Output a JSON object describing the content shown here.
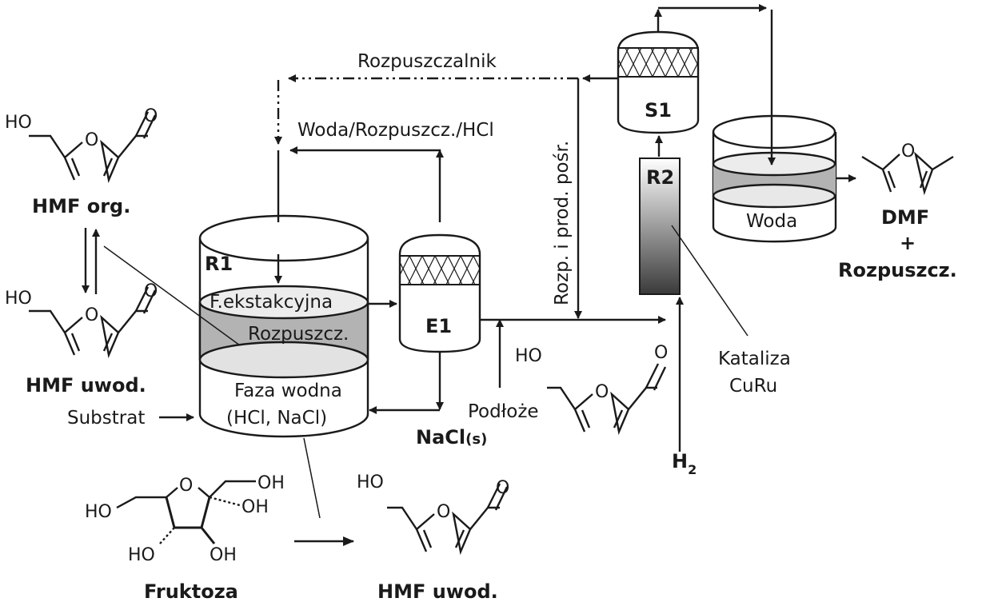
{
  "labels": {
    "rozpuszczalnik": "Rozpuszczalnik",
    "woda_rozp_hcl": "Woda/Rozpuszcz./HCl",
    "rozp_prod": "Rozp. i prod. pośr.",
    "f_ekstakcyjna": "F.ekstakcyjna",
    "rozpuszcz_layer": "Rozpuszcz.",
    "faza_wodna": "Faza wodna",
    "hcl_nacl": "(HCl, NaCl)",
    "substrat": "Substrat",
    "podloze": "Podłoże",
    "kataliza": "Kataliza",
    "curu": "CuRu",
    "woda": "Woda"
  },
  "units": {
    "r1": "R1",
    "e1": "E1",
    "s1": "S1",
    "r2": "R2"
  },
  "compounds": {
    "hmf_org": "HMF org.",
    "hmf_uwod_left": "HMF uwod.",
    "hmf_uwod_bottom": "HMF uwod.",
    "fruktoza": "Fruktoza",
    "dmf": "DMF",
    "plus": "+",
    "rozpuszcz": "Rozpuszcz.",
    "nacl": "NaCl",
    "nacl_state": "(s)",
    "h2": "H",
    "h2_sub": "2"
  },
  "atoms": {
    "ho": "HO",
    "oh": "OH",
    "o": "O"
  }
}
